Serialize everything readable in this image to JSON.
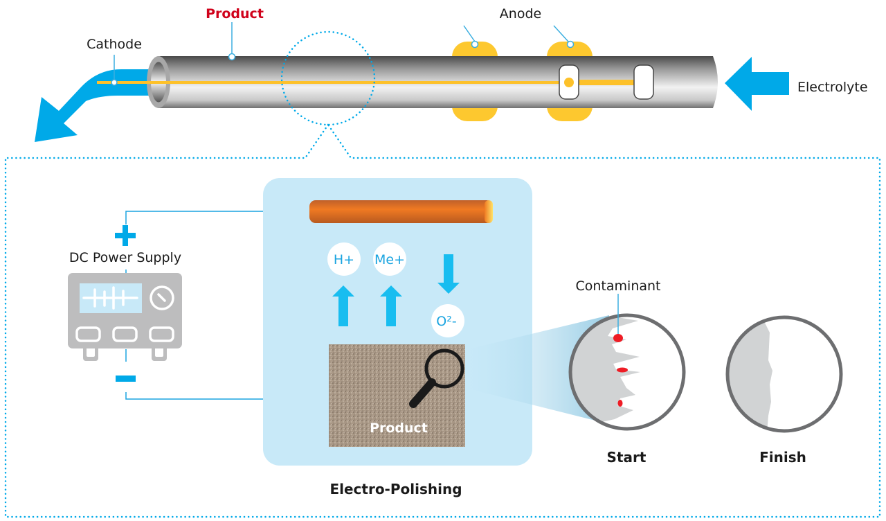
{
  "title": "Electro-Polishing process diagram",
  "top": {
    "product_label": "Product",
    "cathode_label": "Cathode",
    "anode_label": "Anode",
    "electrolyte_label": "Electrolyte"
  },
  "detail": {
    "power_supply_label": "DC Power Supply",
    "positive_symbol": "+",
    "negative_symbol": "−",
    "ions": [
      {
        "label": "H+",
        "direction": "up"
      },
      {
        "label": "Me+",
        "direction": "up"
      },
      {
        "label": "O²-",
        "direction": "down"
      }
    ],
    "product_label": "Product",
    "process_label": "Electro-Polishing",
    "contaminant_label": "Contaminant",
    "start_label": "Start",
    "finish_label": "Finish"
  },
  "colors": {
    "accent_blue": "#00a9e8",
    "anode_yellow": "#fdc82f",
    "product_red": "#d0021b",
    "electrode_orange": "#f07a22",
    "panel_light_blue": "#c8e9f8"
  }
}
